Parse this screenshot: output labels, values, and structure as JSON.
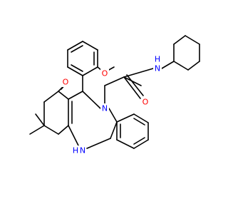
{
  "colors": {
    "bond": "#000000",
    "oxygen": "#ff0000",
    "nitrogen": "#0000ff"
  },
  "atom_labels": {
    "methoxy_O": "O",
    "amide_O": "O",
    "ketone_O": "O",
    "amide_NH": "N",
    "amide_H": "H",
    "ring_N": "N",
    "ring_NH": "N",
    "ring_H": "H"
  }
}
